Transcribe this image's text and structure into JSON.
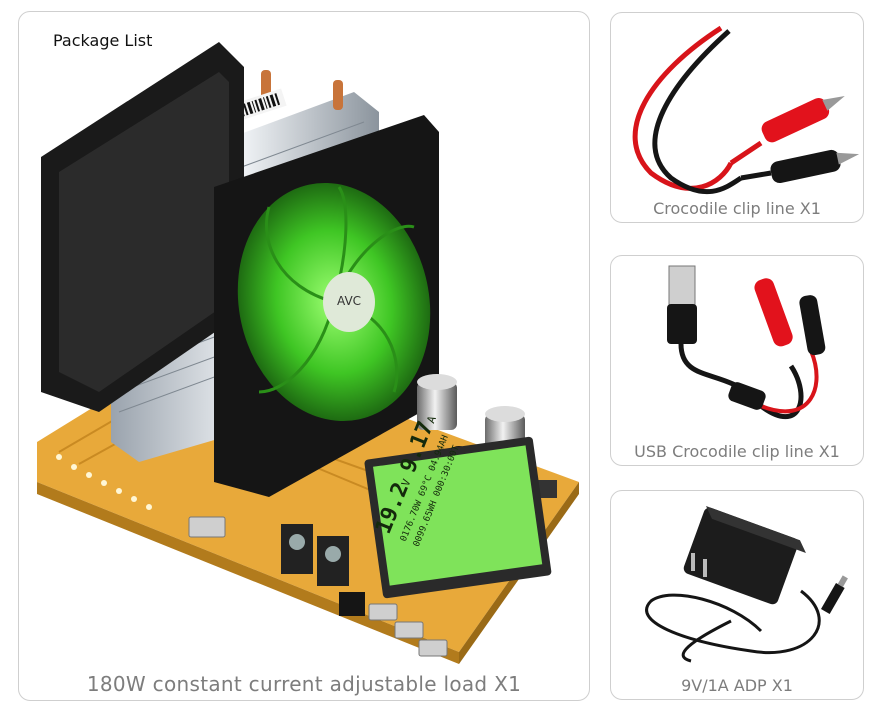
{
  "main": {
    "heading": "Package List",
    "caption": "180W constant current adjustable load X1",
    "lcd": {
      "voltage": "19.2",
      "voltage_unit": "V",
      "current": "9.17",
      "current_unit": "A",
      "line1": "0176.70W 69°C 04.94AH",
      "line2": "0099.65WH 000:30:00T"
    },
    "fan_brand": "AVC"
  },
  "items": [
    {
      "caption": "Crocodile clip line X1"
    },
    {
      "caption": "USB Crocodile clip line X1"
    },
    {
      "caption": "9V/1A ADP X1"
    }
  ],
  "colors": {
    "pcb": "#e8a93a",
    "fan_blade": "#4bd22a",
    "lcd": "#7fe35a",
    "wire_red": "#d8141a",
    "wire_black": "#151515",
    "caption_text": "#7d7d7d"
  }
}
